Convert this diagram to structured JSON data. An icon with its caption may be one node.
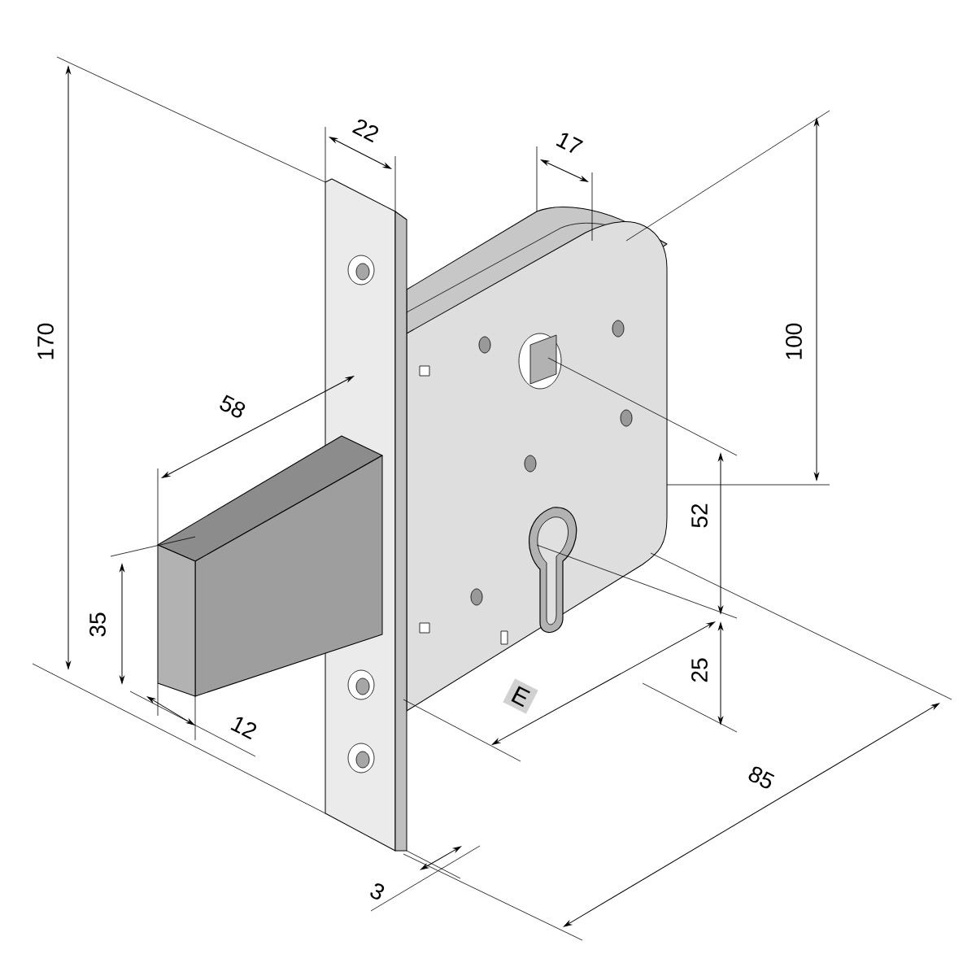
{
  "diagram": {
    "nodes": [
      {
        "text": [
          "E"
        ]
      }
    ],
    "labels": [
      "22",
      "17",
      "100",
      "170",
      "58",
      "52",
      "35",
      "25",
      "12",
      "85",
      "3"
    ]
  }
}
